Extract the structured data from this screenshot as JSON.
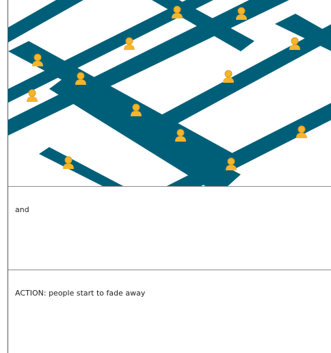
{
  "storyboard": {
    "panels": [
      {
        "id": "illustration",
        "caption": ""
      },
      {
        "id": "note",
        "text": "and"
      },
      {
        "id": "action",
        "text": "ACTION: people start to fade away"
      }
    ]
  },
  "colors": {
    "road": "#005f78",
    "person": "#f5b52e",
    "person_shadow": "#d99a14",
    "panel_border": "#8a8a8a"
  },
  "icons": {
    "person": "person-icon"
  }
}
